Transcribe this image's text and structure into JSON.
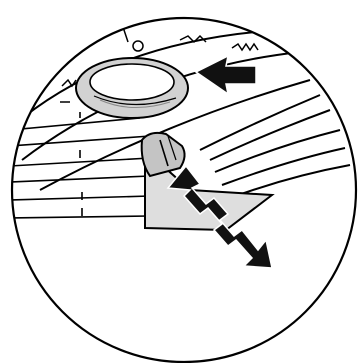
{
  "illustration": {
    "colors": {
      "line": "#000000",
      "background": "#ffffff",
      "dial_fill": "#d2d2d2",
      "tab_fill": "#c4c4c4",
      "cover_fill": "#dedede",
      "arrow_fill": "#111111"
    },
    "icons": {
      "dial": "rotary-dial",
      "tab": "release-tab",
      "pointer_arrow": "left-arrow",
      "slide_arrow": "double-headed-arrow"
    }
  }
}
